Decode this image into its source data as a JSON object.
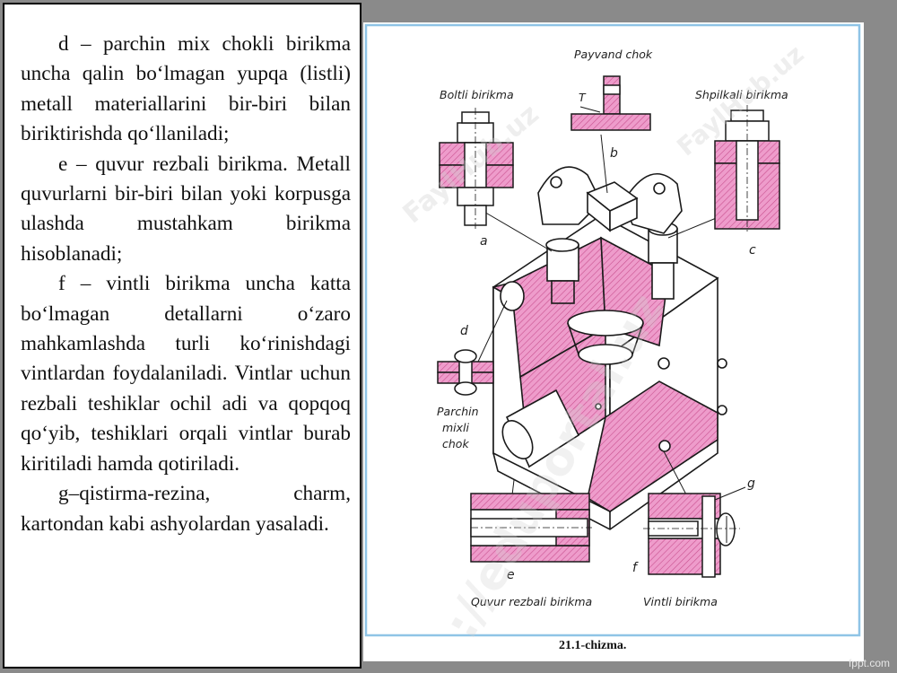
{
  "text_panel": {
    "paragraphs": [
      "d – parchin mix chokli birikma uncha qalin bo‘lmagan yupqa (listli) metall materiallarini bir-biri bilan biriktirishda qo‘llaniladi;",
      "e – quvur rezbali birikma. Metall quvurlarni bir-biri bilan yoki korpusga ulashda mustahkam birikma hisoblanadi;",
      "f – vintli birikma uncha katta bo‘lmagan detallarni o‘zaro mahkamlashda turli ko‘rinishdagi vintlardan foydalaniladi. Vintlar uchun rezbali teshiklar ochil adi va qopqoq qo‘yib, teshiklari orqali vintlar burab kiritiladi hamda qotiriladi.",
      "g–qistirma-rezina, charm, kartondan kabi ashyolardan yasaladi."
    ]
  },
  "figure": {
    "labels": {
      "payvand": "Payvand chok",
      "boltli": "Boltli birikma",
      "shpilkali": "Shpilkali birikma",
      "parchin_line1": "Parchin",
      "parchin_line2": "mixli",
      "parchin_line3": "chok",
      "quvur": "Quvur rezbali birikma",
      "vintli": "Vintli birikma",
      "a": "a",
      "b": "b",
      "c": "c",
      "d": "d",
      "e": "e",
      "f": "f",
      "g": "g",
      "T": "T"
    },
    "caption": "21.1-chizma."
  },
  "watermarks": {
    "fayl": "FaylHub.uz",
    "portal": "://eduportal.uz"
  },
  "site_mark": "fppt.com",
  "colors": {
    "hatch": "#e98bc0",
    "line": "#1a1a1a",
    "blue_frame": "#8fc4e6",
    "background": "#8a8a8a"
  }
}
